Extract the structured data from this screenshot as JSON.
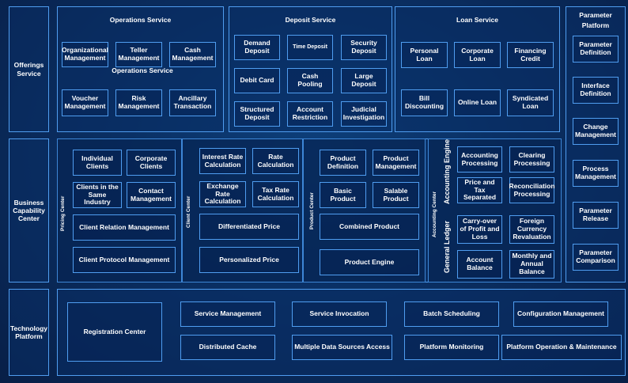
{
  "rows": {
    "offerings": "Offerings Service",
    "business": "Business Capability Center",
    "technology": "Technology Platform"
  },
  "operations": {
    "title": "Operations Service",
    "sub_title": "Operations Service",
    "items": [
      "Organizational Management",
      "Teller Management",
      "Cash Management",
      "Voucher Management",
      "Risk Management",
      "Ancillary Transaction"
    ]
  },
  "deposit": {
    "title": "Deposit Service",
    "items": [
      "Demand Deposit",
      "Time Deposit",
      "Security Deposit",
      "Debit Card",
      "Cash Pooling",
      "Large Deposit",
      "Structured Deposit",
      "Account Restriction",
      "Judicial Investigation"
    ]
  },
  "loan": {
    "title": "Loan Service",
    "items": [
      "Personal Loan",
      "Corporate Loan",
      "Financing Credit",
      "Bill Discounting",
      "Online Loan",
      "Syndicated Loan"
    ]
  },
  "parameter": {
    "title": "Parameter Platform",
    "items": [
      "Parameter Definition",
      "Interface Definition",
      "Change Management",
      "Process Management",
      "Parameter Release",
      "Parameter Comparison"
    ]
  },
  "pricing": {
    "label": "Pricing Center",
    "items": [
      "Individual Clients",
      "Corporate Clients",
      "Clients in the Same Industry",
      "Contact Management",
      "Client Relation Management",
      "Client Protocol Management"
    ]
  },
  "client": {
    "label": "Client Center",
    "items": [
      "Interest Rate Calculation",
      "Rate Calculation",
      "Exchange Rate Calculation",
      "Tax Rate Calculation",
      "Differentiated Price",
      "Personalized Price"
    ]
  },
  "product": {
    "label": "Product Center",
    "items": [
      "Product Definition",
      "Product Management",
      "Basic Product",
      "Salable Product",
      "Combined Product",
      "Product Engine"
    ]
  },
  "accounting": {
    "label": "Accounting Center",
    "engine_label": "Accounting Engine",
    "ledger_label": "General Ledger",
    "items": [
      "Accounting Processing",
      "Clearing Processing",
      "Price and Tax Separated",
      "Reconciliation Processing",
      "Carry-over of Profit and Loss",
      "Foreign Currency Revaluation",
      "Account Balance",
      "Monthly and Annual Balance"
    ]
  },
  "tech": {
    "items": [
      "Registration Center",
      "Service Management",
      "Service Invocation",
      "Batch Scheduling",
      "Configuration Management",
      "Distributed Cache",
      "Multiple Data Sources Access",
      "Platform Monitoring",
      "Platform Operation & Maintenance"
    ]
  }
}
